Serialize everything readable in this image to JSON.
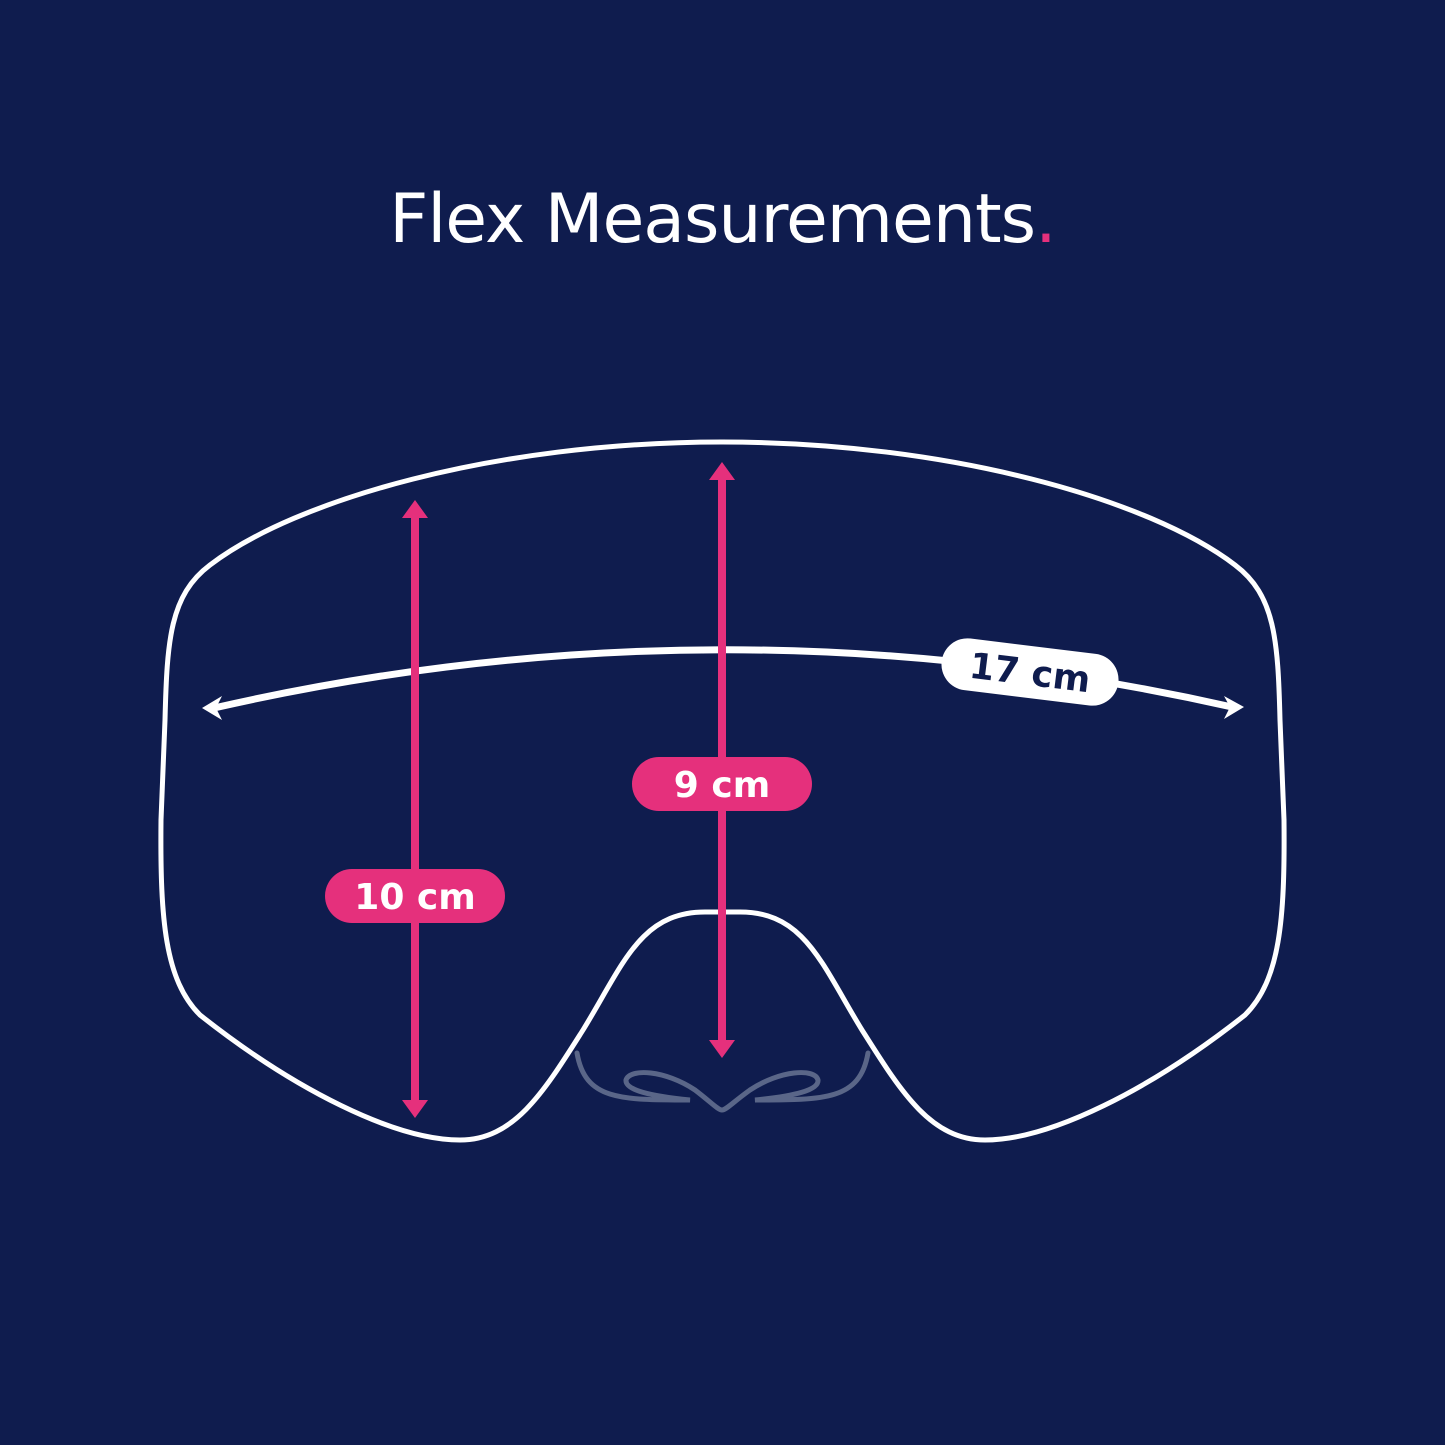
{
  "title": {
    "text": "Flex Measurements",
    "accent": "."
  },
  "measurements": {
    "width": "17 cm",
    "center_height": "9 cm",
    "side_height": "10 cm"
  },
  "colors": {
    "background": "#0f1c4e",
    "accent": "#e5307c",
    "outline": "#ffffff",
    "nose": "#5a6688"
  }
}
